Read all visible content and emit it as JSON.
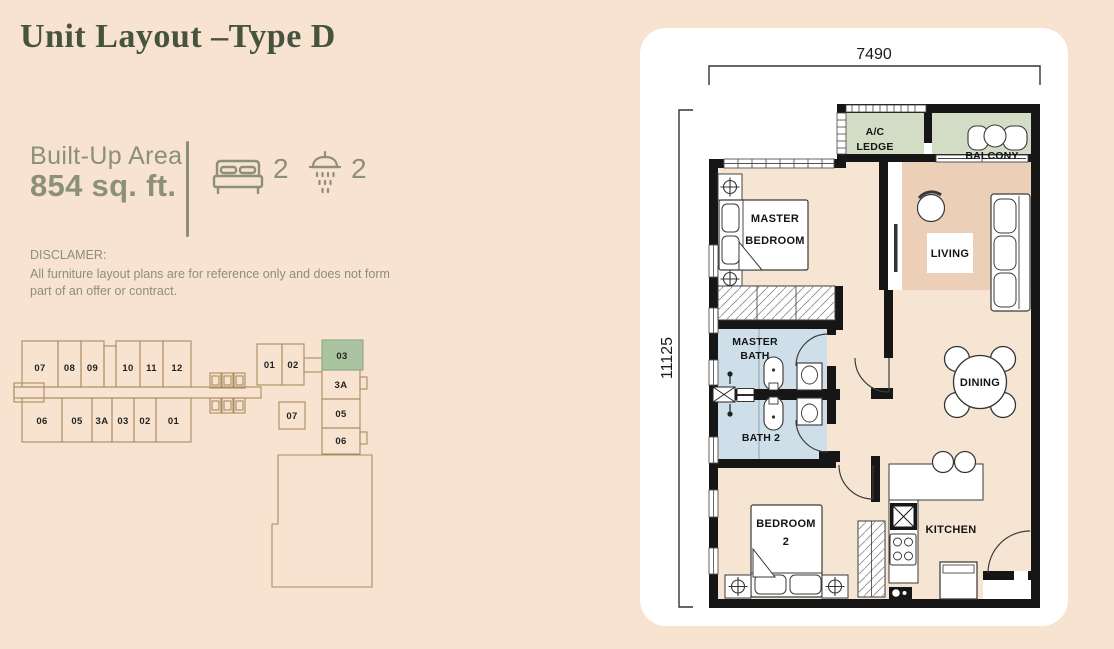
{
  "page": {
    "background": "#f7e3cf",
    "title": "Unit Layout –Type D"
  },
  "summary": {
    "area_label": "Built-Up Area",
    "area_value": "854 sq. ft.",
    "bedroom_count": "2",
    "bathroom_count": "2"
  },
  "disclaimer": {
    "heading": "DISCLAMER:",
    "line1": "All furniture layout plans are for reference only and does not form",
    "line2": "part of an offer or contract."
  },
  "key_plan": {
    "highlight_unit": "03",
    "wing_top": [
      "07",
      "08",
      "09",
      "10",
      "11",
      "12"
    ],
    "wing_bottom": [
      "06",
      "05",
      "3A",
      "03",
      "02",
      "01"
    ],
    "core_top": [
      "01",
      "02"
    ],
    "core_right": [
      "03",
      "3A",
      "05",
      "06"
    ],
    "core_mid": "07"
  },
  "floor_plan": {
    "width_dim": "7490",
    "height_dim": "11125",
    "rooms": {
      "ac_ledge_line1": "A/C",
      "ac_ledge_line2": "LEDGE",
      "balcony": "BALCONY",
      "master_bedroom_line1": "MASTER",
      "master_bedroom_line2": "BEDROOM",
      "living": "LIVING",
      "master_bath_line1": "MASTER",
      "master_bath_line2": "BATH",
      "bath2": "BATH 2",
      "dining": "DINING",
      "bedroom2_line1": "BEDROOM",
      "bedroom2_line2": "2",
      "kitchen": "KITCHEN"
    }
  },
  "colors": {
    "title_green": "#46543e",
    "olive": "#8c9175",
    "wall": "#161616",
    "floor": "#f7e5d4",
    "living_floor": "#ebd0b7",
    "plan_green": "#d3dcc4",
    "bath_blue": "#cfdfe9",
    "keyplan_line": "#aa8c62",
    "highlight_green": "#aac4a1"
  }
}
